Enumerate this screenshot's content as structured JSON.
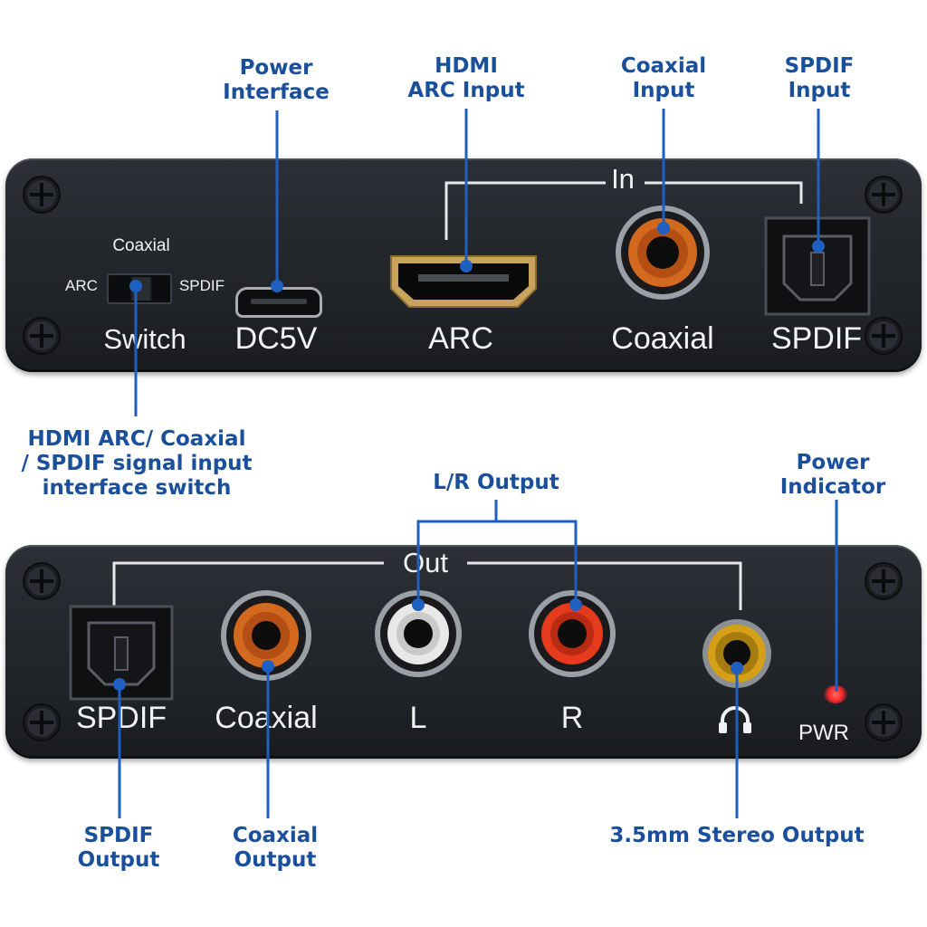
{
  "callouts": {
    "power_interface": [
      "Power",
      "Interface"
    ],
    "hdmi_arc_input": [
      "HDMI",
      "ARC Input"
    ],
    "coaxial_input": [
      "Coaxial",
      "Input"
    ],
    "spdif_input": [
      "SPDIF",
      "Input"
    ],
    "switch_desc": [
      "HDMI ARC/ Coaxial",
      "/ SPDIF signal input",
      "interface switch"
    ],
    "lr_output": "L/R Output",
    "power_indicator": [
      "Power",
      "Indicator"
    ],
    "spdif_output": [
      "SPDIF",
      "Output"
    ],
    "coaxial_output": [
      "Coaxial",
      "Output"
    ],
    "stereo_output": "3.5mm Stereo Output"
  },
  "top_panel": {
    "group_label": "In",
    "switch_top": "Coaxial",
    "switch_left": "ARC",
    "switch_right": "SPDIF",
    "switch_label": "Switch",
    "power_label": "DC5V",
    "hdmi_label": "ARC",
    "coaxial_label": "Coaxial",
    "spdif_label": "SPDIF"
  },
  "bottom_panel": {
    "group_label": "Out",
    "spdif_label": "SPDIF",
    "coaxial_label": "Coaxial",
    "left_label": "L",
    "right_label": "R",
    "pwr_label": "PWR"
  },
  "colors": {
    "callout_text": "#1a4f9c",
    "leader_line": "#1f5fbf",
    "panel": "#24272c",
    "panel_text": "#f1f2f4",
    "rca_orange": "#d2691e",
    "rca_red": "#e63a1c",
    "rca_white": "#e8e8e8",
    "jack_gold": "#d4a017",
    "power_led": "#ff2a2a"
  }
}
